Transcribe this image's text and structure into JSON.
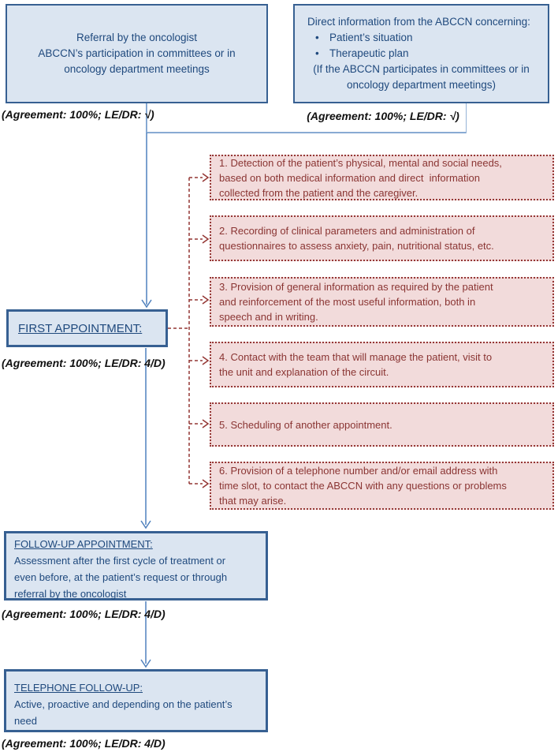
{
  "palette": {
    "blue_fill": "#dbe5f1",
    "blue_border": "#376092",
    "blue_text": "#1f497d",
    "connector_blue": "#4f81bd",
    "agree_box_border": "#95b3d7",
    "pink_fill": "#f2dbdb",
    "pink_border": "#953735",
    "pink_text": "#8a3533"
  },
  "top_left_box": {
    "lines": [
      "Referral by the oncologist",
      "ABCCN’s participation in committees or in",
      "oncology department meetings"
    ]
  },
  "top_right_box": {
    "intro": "Direct information from the ABCCN concerning:",
    "bullet_glyph": "•",
    "bullets": [
      "Patient’s situation",
      "Therapeutic plan"
    ],
    "note_lines": [
      "(If the ABCCN participates in committees or in",
      "oncology department meetings)"
    ]
  },
  "agreements": {
    "referral": "(Agreement: 100%; LE/DR: √)",
    "direct_info": "(Agreement: 100%; LE/DR: √)",
    "first_appointment": "(Agreement: 100%; LE/DR: 4/D)",
    "follow_up": "(Agreement: 100%; LE/DR: 4/D)",
    "telephone": "(Agreement: 100%; LE/DR: 4/D)"
  },
  "first_appointment": {
    "title": "FIRST APPOINTMENT:"
  },
  "steps": [
    {
      "lines": [
        "1. Detection of the patient’s physical, mental and social needs,",
        "based on both medical information and direct  information",
        "collected from the patient and the caregiver."
      ]
    },
    {
      "lines": [
        "2. Recording of clinical parameters and administration of",
        "questionnaires to assess anxiety, pain, nutritional status, etc."
      ]
    },
    {
      "lines": [
        "3. Provision of general information as required by the patient",
        "and reinforcement of the most useful information, both in",
        "speech and in writing."
      ]
    },
    {
      "lines": [
        "4. Contact with the team that will manage the patient, visit to",
        "the unit and explanation of the circuit."
      ]
    },
    {
      "lines": [
        "5. Scheduling of another appointment."
      ]
    },
    {
      "lines": [
        "6. Provision of a telephone number and/or email address with",
        "time slot, to contact the ABCCN with any questions or problems",
        "that may arise."
      ]
    }
  ],
  "follow_up": {
    "title": "FOLLOW-UP APPOINTMENT:",
    "lines": [
      "Assessment after the first cycle of treatment or",
      "even before, at the patient’s request or through",
      "referral by the oncologist"
    ]
  },
  "telephone": {
    "title": "TELEPHONE FOLLOW-UP:",
    "lines": [
      "Active, proactive and depending on the patient’s",
      "need"
    ]
  }
}
